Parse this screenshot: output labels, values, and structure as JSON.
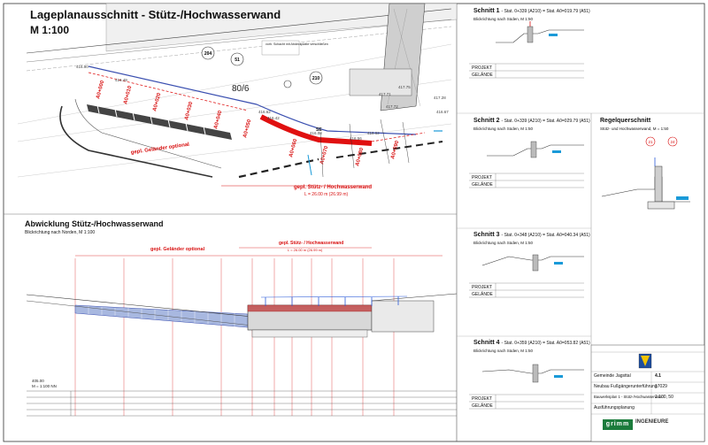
{
  "plan": {
    "title": "Lageplanausschnitt - Stütz-/Hochwasserwand",
    "scale": "M 1:100",
    "labels": {
      "parcel_204": "204",
      "parcel_51": "51",
      "parcel_210": "210",
      "parcel_80_6": "80/6",
      "note": "vorh. Schacht mit Abdeckplatte verschließen",
      "railing": "gepl. Geländer optional",
      "wall": "gepl. Stütz- / Hochwasserwand",
      "wall_length": "L = 26.00 m (26.99 m)",
      "se": "SE",
      "elevations": [
        "416.90",
        "416.49",
        "416.62",
        "416.42",
        "416.08",
        "416.56",
        "416.62",
        "417.71",
        "417.72",
        "417.75",
        "416.67",
        "417.28"
      ]
    }
  },
  "elevation": {
    "title": "Abwicklung Stütz-/Hochwasserwand",
    "subtitle": "Blickrichtung nach Norden, M 1:100",
    "railing": "gepl. Geländer optional",
    "wall": "gepl. Stütz- / Hochwasserwand",
    "wall_length": "L = 26.00 m (26.99 m)",
    "scale_note": "M = 1:100 NN",
    "reference": "405.00"
  },
  "sections": [
    {
      "title": "Schnitt 1",
      "station": "- Stat. 0+339 (A210) = Stat. A0=019.79 (A51)",
      "sub": "Blickrichtung nach Süden, M 1:50"
    },
    {
      "title": "Schnitt 2",
      "station": "- Stat. 0+339 (A210) = Stat. A0=029.79 (A51)",
      "sub": "Blickrichtung nach Süden, M 1:50"
    },
    {
      "title": "Schnitt 3",
      "station": "- Stat. 0+348 (A210) = Stat. A0=040.34 (A51)",
      "sub": "Blickrichtung nach Süden, M 1:50"
    },
    {
      "title": "Schnitt 4",
      "station": "- Stat. 0+359 (A210) = Stat. A0=053.82 (A51)",
      "sub": "Blickrichtung nach Süden, M 1:50"
    }
  ],
  "regular": {
    "title": "Regelquerschnitt",
    "sub": "Stütz- und Hochwasserwand, M = 1:50",
    "markers": [
      "21",
      "24"
    ]
  },
  "section_table": {
    "row1": "PROJEKT",
    "row2": "GELÄNDE"
  },
  "titleblock": {
    "client": "Gemeinde Jagsttal",
    "project": "Neubau Fußgängerunterführung",
    "plan": "Bauwerksplan 1 - Stütz-/Hochwasserwand",
    "phase": "Ausführungsplanung",
    "sheet_no": "4.1",
    "project_no": "17029",
    "scale": "1:100, 50",
    "firm": "grimm",
    "firm_suffix": "INGENIEURE"
  }
}
